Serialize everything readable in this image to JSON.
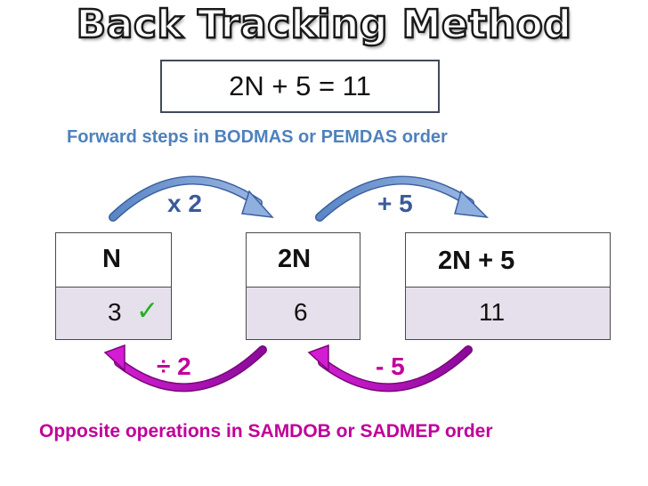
{
  "title": "Back Tracking Method",
  "equation": "2N + 5 = 11",
  "forward_caption": "Forward steps in BODMAS or PEMDAS order",
  "opposite_caption": "Opposite operations in SAMDOB or SADMEP order",
  "forward_ops": [
    "x 2",
    "+ 5"
  ],
  "inverse_ops": [
    "÷ 2",
    "- 5"
  ],
  "columns": [
    {
      "header": "N",
      "value": "3",
      "checked": true
    },
    {
      "header": "2N",
      "value": "6"
    },
    {
      "header": "2N + 5",
      "value": "11"
    }
  ],
  "colors": {
    "forward_arrow": "#4f81bd",
    "inverse_arrow": "#c00099",
    "value_fill": "#e6e0ec",
    "check": "#22b022"
  },
  "icons": {
    "check": "check-icon"
  }
}
